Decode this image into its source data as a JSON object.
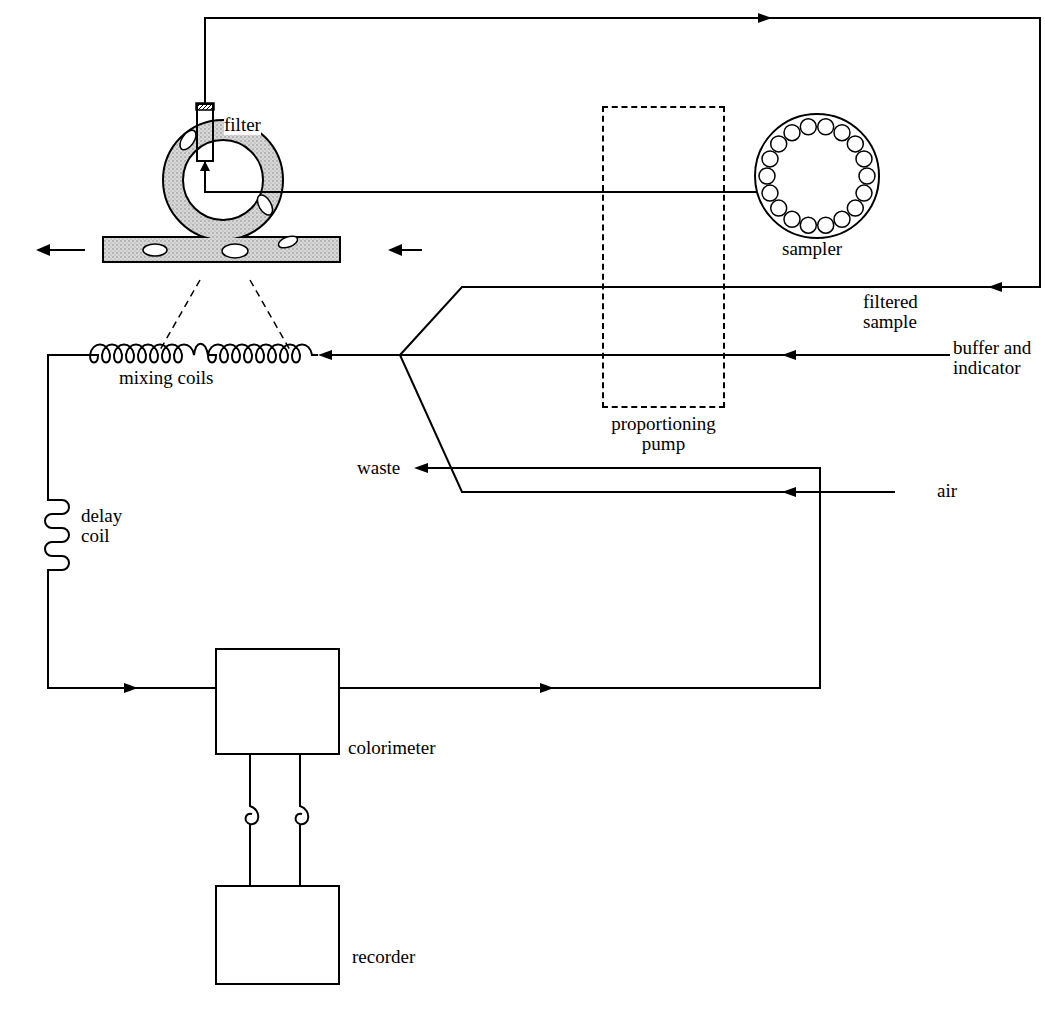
{
  "diagram": {
    "nodes": [
      {
        "text": [
          "filter"
        ]
      },
      {
        "text": [
          "sampler"
        ]
      },
      {
        "text": [
          "proportioning pump"
        ]
      },
      {
        "text": [
          "colorimeter"
        ]
      },
      {
        "text": [
          "recorder"
        ]
      }
    ],
    "edges": [
      {
        "from": 1,
        "to": 0,
        "arrow": "to"
      },
      {
        "from": 3,
        "to": 4,
        "arrow": "none"
      }
    ],
    "labels": [
      "filtered sample",
      "buffer and indicator",
      "air",
      "mixing coils",
      "delay coil",
      "waste"
    ]
  }
}
